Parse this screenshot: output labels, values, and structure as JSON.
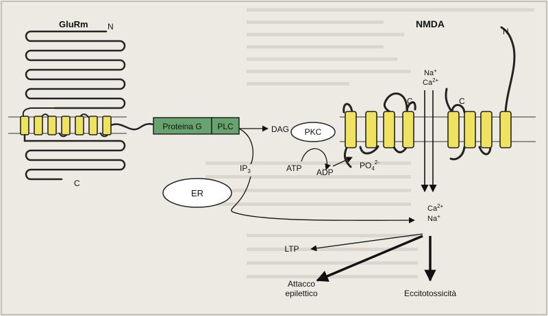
{
  "receptors": {
    "glurm": {
      "name": "GluRm",
      "n_terminal": "N",
      "c_terminal": "C"
    },
    "nmda": {
      "name": "NMDA",
      "n_terminal": "N",
      "c_terminal_left": "C",
      "c_terminal_right": "C"
    }
  },
  "proteins": {
    "g_protein": "Proteina G",
    "plc": "PLC"
  },
  "molecules": {
    "dag": "DAG",
    "pkc": "PKC",
    "atp": "ATP",
    "adp": "ADP",
    "po4": "PO",
    "po4_sub": "4",
    "po4_sup": "2-",
    "ip3": "IP",
    "ip3_sub": "3",
    "er": "ER"
  },
  "ions": {
    "top_na": "Na",
    "top_na_sup": "+",
    "top_ca": "Ca",
    "top_ca_sup": "2+",
    "bottom_ca": "Ca",
    "bottom_ca_sup": "2+",
    "bottom_na": "Na",
    "bottom_na_sup": "+"
  },
  "outcomes": {
    "ltp": "LTP",
    "seizure_line1": "Attacco",
    "seizure_line2": "epilettico",
    "excitotoxicity": "Eccitotossicità"
  },
  "colors": {
    "helix": "#efe25e",
    "protein_box": "#67a36f",
    "membrane": "#333333",
    "background": "#eceae3"
  }
}
